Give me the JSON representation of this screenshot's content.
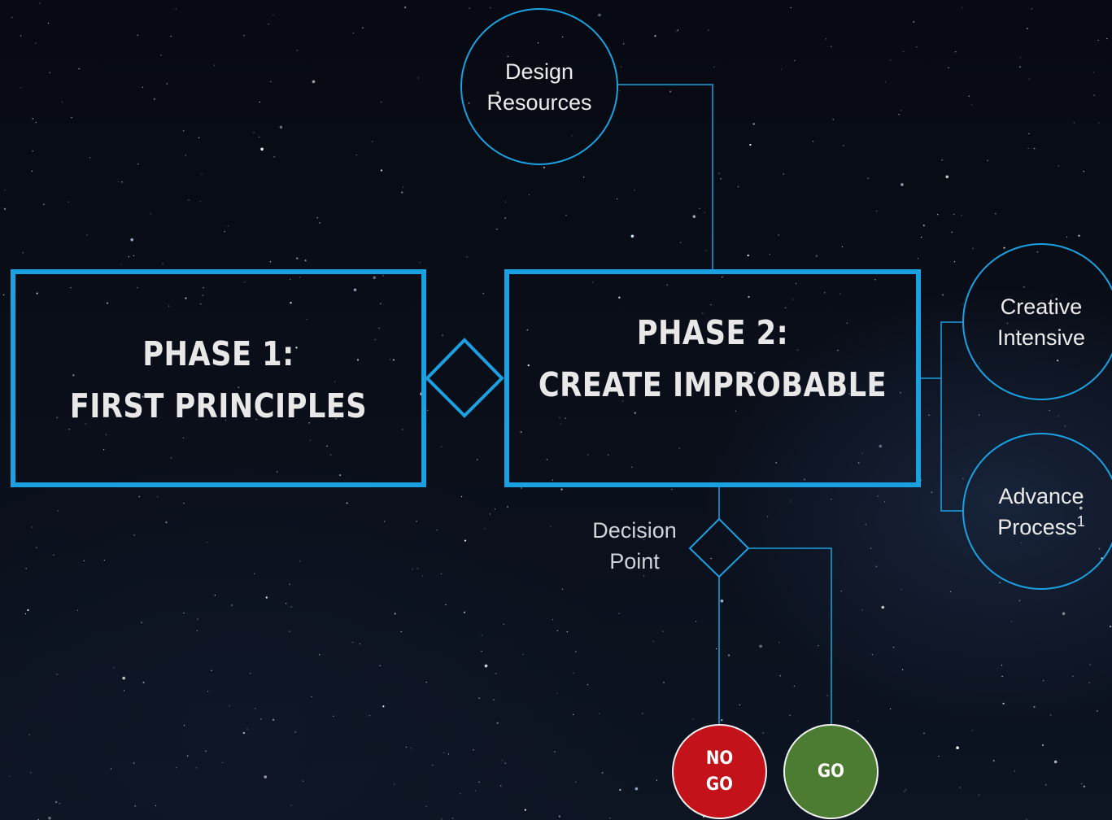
{
  "phases": {
    "phase1": {
      "line1": "PHASE 1:",
      "line2": "FIRST PRINCIPLES"
    },
    "phase2": {
      "line1": "PHASE 2:",
      "line2": "CREATE IMPROBABLE"
    }
  },
  "resources": {
    "design": {
      "line1": "Design",
      "line2": "Resources"
    },
    "creative": {
      "line1": "Creative",
      "line2": "Intensive"
    },
    "advance": {
      "line1": "Advance",
      "line2": "Process",
      "superscript": "1"
    }
  },
  "decision": {
    "line1": "Decision",
    "line2": "Point"
  },
  "outcomes": {
    "no_go": {
      "line1": "NO",
      "line2": "GO"
    },
    "go": {
      "label": "GO"
    }
  },
  "colors": {
    "accent": "#1ba1e2",
    "no_go": "#c4121a",
    "go": "#4c7c32",
    "text": "#e8e8e8",
    "background": "#070a12"
  }
}
